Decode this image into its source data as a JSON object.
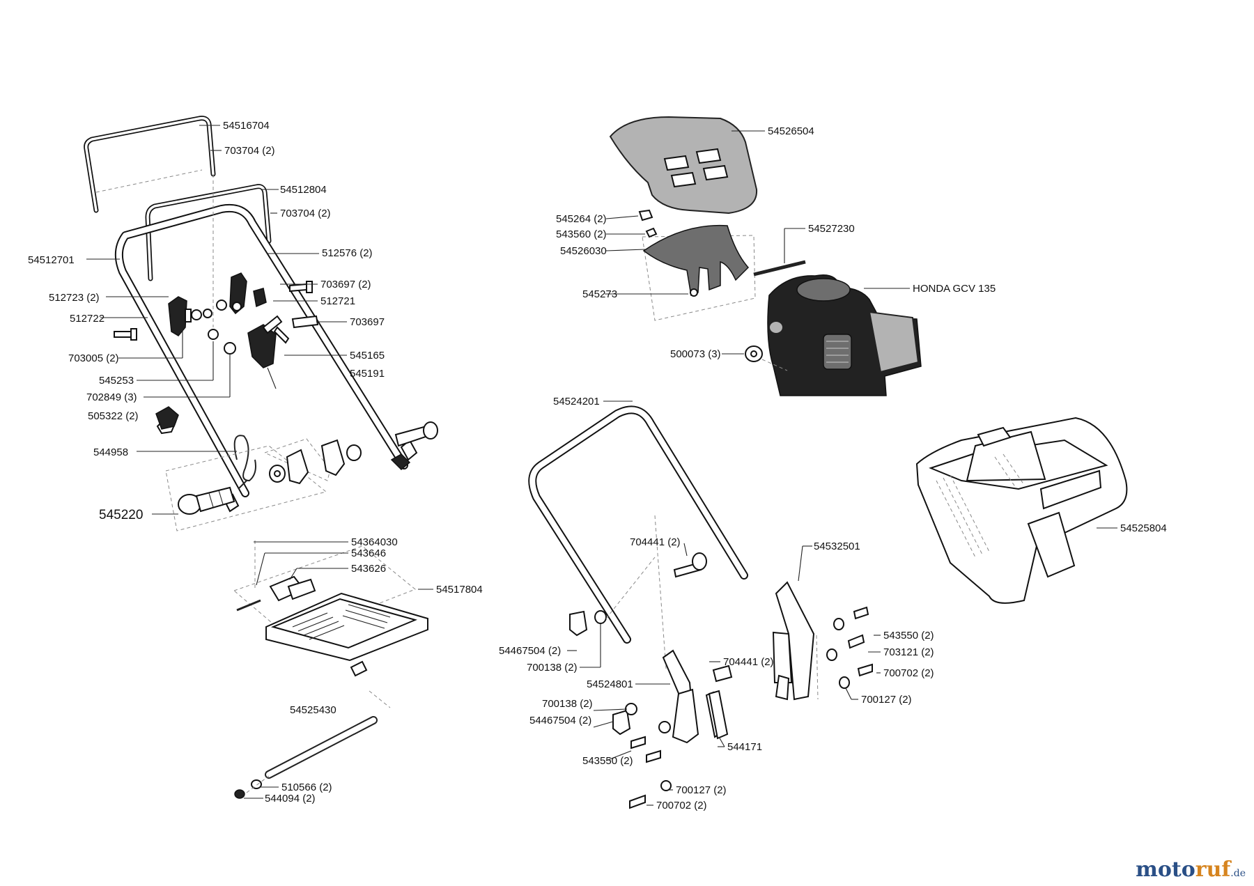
{
  "parts": {
    "p01": "54516704",
    "p02": "703704 (2)",
    "p03": "54512804",
    "p04": "703704 (2)",
    "p05": "54512701",
    "p06": "512576 (2)",
    "p07": "703697 (2)",
    "p08": "512723 (2)",
    "p09": "512721",
    "p10": "512722",
    "p11": "703697",
    "p12": "703005 (2)",
    "p13": "545165",
    "p14": "545253",
    "p15": "545191",
    "p16": "702849 (3)",
    "p17": "505322 (2)",
    "p18": "544958",
    "p19": "545220",
    "p20": "54364030",
    "p21": "543646",
    "p22": "543626",
    "p23": "54517804",
    "p24": "54525430",
    "p25": "510566 (2)",
    "p26": "544094 (2)",
    "p27": "54526504",
    "p28": "545264 (2)",
    "p29": "543560 (2)",
    "p30": "54527230",
    "p31": "54526030",
    "p32": "HONDA GCV 135",
    "p33": "545273",
    "p34": "500073 (3)",
    "p35": "54524201",
    "p36": "54525804",
    "p37": "704441 (2)",
    "p38": "54532501",
    "p39": "543550 (2)",
    "p40": "54467504 (2)",
    "p41": "703121 (2)",
    "p42": "700138 (2)",
    "p43": "704441 (2)",
    "p44": "700702 (2)",
    "p45": "54524801",
    "p46": "700127 (2)",
    "p47": "700138 (2)",
    "p48": "54467504 (2)",
    "p49": "544171",
    "p50": "543550 (2)",
    "p51": "700127 (2)",
    "p52": "700702 (2)"
  },
  "brand": {
    "part1": "moto",
    "part2": "ruf",
    "tld": ".de"
  }
}
